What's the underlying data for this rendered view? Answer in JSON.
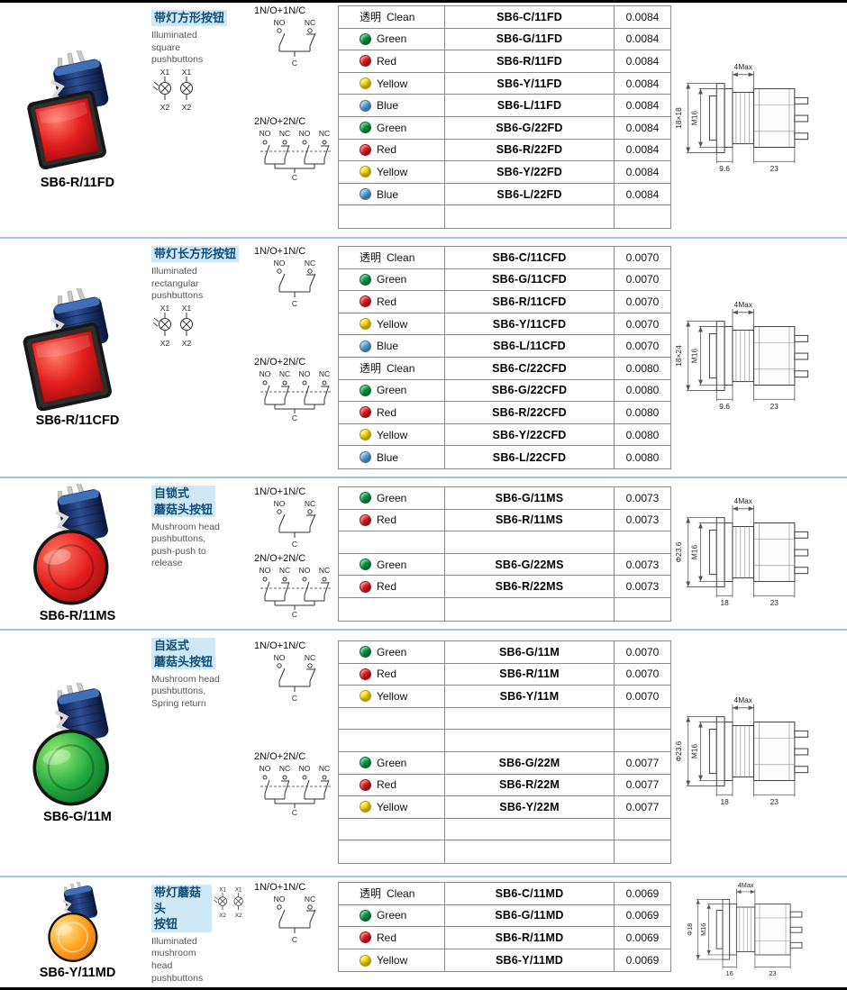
{
  "page": {
    "background": "#ffffff",
    "divider_color": "#9cc8de",
    "rule_color": "#000000"
  },
  "labels": {
    "no": "NO",
    "nc": "NC",
    "c": "C",
    "x1": "X1",
    "x2": "X2"
  },
  "swatch_colors": {
    "green": "#009a44",
    "red": "#e8151d",
    "yellow": "#ffe100",
    "blue": "#58a7e0"
  },
  "sections": [
    {
      "model": "SB6-R/11FD",
      "photo": "square-red",
      "title_cn": "带灯方形按钮",
      "title_en": "Illuminated\nsquare\npushbuttons",
      "lamp": true,
      "lamp_position": "below",
      "groups": [
        {
          "label": "1N/O+1N/C",
          "poles": 1,
          "span": 5
        },
        {
          "label": "2N/O+2N/C",
          "poles": 2,
          "span": 5
        }
      ],
      "rows": [
        {
          "cn": "透明",
          "name": "Clean",
          "model": "SB6-C/11FD",
          "weight": "0.0084"
        },
        {
          "dot": "green",
          "name": "Green",
          "model": "SB6-G/11FD",
          "weight": "0.0084"
        },
        {
          "dot": "red",
          "name": "Red",
          "model": "SB6-R/11FD",
          "weight": "0.0084"
        },
        {
          "dot": "yellow",
          "name": "Yellow",
          "model": "SB6-Y/11FD",
          "weight": "0.0084"
        },
        {
          "dot": "blue",
          "name": "Blue",
          "model": "SB6-L/11FD",
          "weight": "0.0084"
        },
        {
          "dot": "green",
          "name": "Green",
          "model": "SB6-G/22FD",
          "weight": "0.0084"
        },
        {
          "dot": "red",
          "name": "Red",
          "model": "SB6-R/22FD",
          "weight": "0.0084"
        },
        {
          "dot": "yellow",
          "name": "Yellow",
          "model": "SB6-Y/22FD",
          "weight": "0.0084"
        },
        {
          "dot": "blue",
          "name": "Blue",
          "model": "SB6-L/22FD",
          "weight": "0.0084"
        },
        {
          "empty": true
        }
      ],
      "dims": {
        "top": "4Max",
        "outer": "18×18",
        "inner": "M16",
        "b1": "9.6",
        "b2": "23"
      }
    },
    {
      "model": "SB6-R/11CFD",
      "photo": "rect-red",
      "title_cn": "带灯长方形按钮",
      "title_en": "Illuminated\nrectangular\npushbuttons",
      "lamp": true,
      "lamp_position": "below",
      "groups": [
        {
          "label": "1N/O+1N/C",
          "poles": 1,
          "span": 5
        },
        {
          "label": "2N/O+2N/C",
          "poles": 2,
          "span": 5
        }
      ],
      "rows": [
        {
          "cn": "透明",
          "name": "Clean",
          "model": "SB6-C/11CFD",
          "weight": "0.0070"
        },
        {
          "dot": "green",
          "name": "Green",
          "model": "SB6-G/11CFD",
          "weight": "0.0070"
        },
        {
          "dot": "red",
          "name": "Red",
          "model": "SB6-R/11CFD",
          "weight": "0.0070"
        },
        {
          "dot": "yellow",
          "name": "Yellow",
          "model": "SB6-Y/11CFD",
          "weight": "0.0070"
        },
        {
          "dot": "blue",
          "name": "Blue",
          "model": "SB6-L/11CFD",
          "weight": "0.0070"
        },
        {
          "cn": "透明",
          "name": "Clean",
          "model": "SB6-C/22CFD",
          "weight": "0.0080"
        },
        {
          "dot": "green",
          "name": "Green",
          "model": "SB6-G/22CFD",
          "weight": "0.0080"
        },
        {
          "dot": "red",
          "name": "Red",
          "model": "SB6-R/22CFD",
          "weight": "0.0080"
        },
        {
          "dot": "yellow",
          "name": "Yellow",
          "model": "SB6-Y/22CFD",
          "weight": "0.0080"
        },
        {
          "dot": "blue",
          "name": "Blue",
          "model": "SB6-L/22CFD",
          "weight": "0.0080"
        }
      ],
      "dims": {
        "top": "4Max",
        "outer": "18×24",
        "inner": "M16",
        "b1": "9.6",
        "b2": "23"
      }
    },
    {
      "model": "SB6-R/11MS",
      "photo": "mushroom-red",
      "title_cn": "自锁式\n蘑菇头按钮",
      "title_en": "Mushroom head\npushbuttons,\npush-push to\nrelease",
      "lamp": false,
      "lamp_position": "below",
      "groups": [
        {
          "label": "1N/O+1N/C",
          "poles": 1,
          "span": 3
        },
        {
          "label": "2N/O+2N/C",
          "poles": 2,
          "span": 3
        }
      ],
      "rows": [
        {
          "dot": "green",
          "name": "Green",
          "model": "SB6-G/11MS",
          "weight": "0.0073"
        },
        {
          "dot": "red",
          "name": "Red",
          "model": "SB6-R/11MS",
          "weight": "0.0073"
        },
        {
          "empty": true
        },
        {
          "dot": "green",
          "name": "Green",
          "model": "SB6-G/22MS",
          "weight": "0.0073"
        },
        {
          "dot": "red",
          "name": "Red",
          "model": "SB6-R/22MS",
          "weight": "0.0073"
        },
        {
          "empty": true
        }
      ],
      "dims": {
        "top": "4Max",
        "outer": "Φ23.6",
        "inner": "M16",
        "b1": "18",
        "b2": "23"
      }
    },
    {
      "model": "SB6-G/11M",
      "photo": "mushroom-green",
      "title_cn": "自返式\n蘑菇头按钮",
      "title_en": "Mushroom head\npushbuttons,\nSpring return",
      "lamp": false,
      "lamp_position": "below",
      "groups": [
        {
          "label": "1N/O+1N/C",
          "poles": 1,
          "span": 5
        },
        {
          "label": "2N/O+2N/C",
          "poles": 2,
          "span": 5
        }
      ],
      "rows": [
        {
          "dot": "green",
          "name": "Green",
          "model": "SB6-G/11M",
          "weight": "0.0070"
        },
        {
          "dot": "red",
          "name": "Red",
          "model": "SB6-R/11M",
          "weight": "0.0070"
        },
        {
          "dot": "yellow",
          "name": "Yellow",
          "model": "SB6-Y/11M",
          "weight": "0.0070"
        },
        {
          "empty": true
        },
        {
          "empty": true
        },
        {
          "dot": "green",
          "name": "Green",
          "model": "SB6-G/22M",
          "weight": "0.0077"
        },
        {
          "dot": "red",
          "name": "Red",
          "model": "SB6-R/22M",
          "weight": "0.0077"
        },
        {
          "dot": "yellow",
          "name": "Yellow",
          "model": "SB6-Y/22M",
          "weight": "0.0077"
        },
        {
          "empty": true
        },
        {
          "empty": true
        }
      ],
      "dims": {
        "top": "4Max",
        "outer": "Φ23.6",
        "inner": "M16",
        "b1": "18",
        "b2": "23"
      }
    },
    {
      "model": "SB6-Y/11MD",
      "photo": "mushroom-orange",
      "title_cn": "带灯蘑菇头\n按钮",
      "title_en": "Illuminated\nmushroom\nhead\npushbuttons",
      "lamp": true,
      "lamp_position": "right",
      "groups": [
        {
          "label": "1N/O+1N/C",
          "poles": 1,
          "span": 4
        }
      ],
      "rows": [
        {
          "cn": "透明",
          "name": "Clean",
          "model": "SB6-C/11MD",
          "weight": "0.0069"
        },
        {
          "dot": "green",
          "name": "Green",
          "model": "SB6-G/11MD",
          "weight": "0.0069"
        },
        {
          "dot": "red",
          "name": "Red",
          "model": "SB6-R/11MD",
          "weight": "0.0069"
        },
        {
          "dot": "yellow",
          "name": "Yellow",
          "model": "SB6-Y/11MD",
          "weight": "0.0069"
        }
      ],
      "dims": {
        "top": "4Max",
        "outer": "Φ18",
        "inner": "M16",
        "b1": "16",
        "b2": "23"
      }
    }
  ]
}
